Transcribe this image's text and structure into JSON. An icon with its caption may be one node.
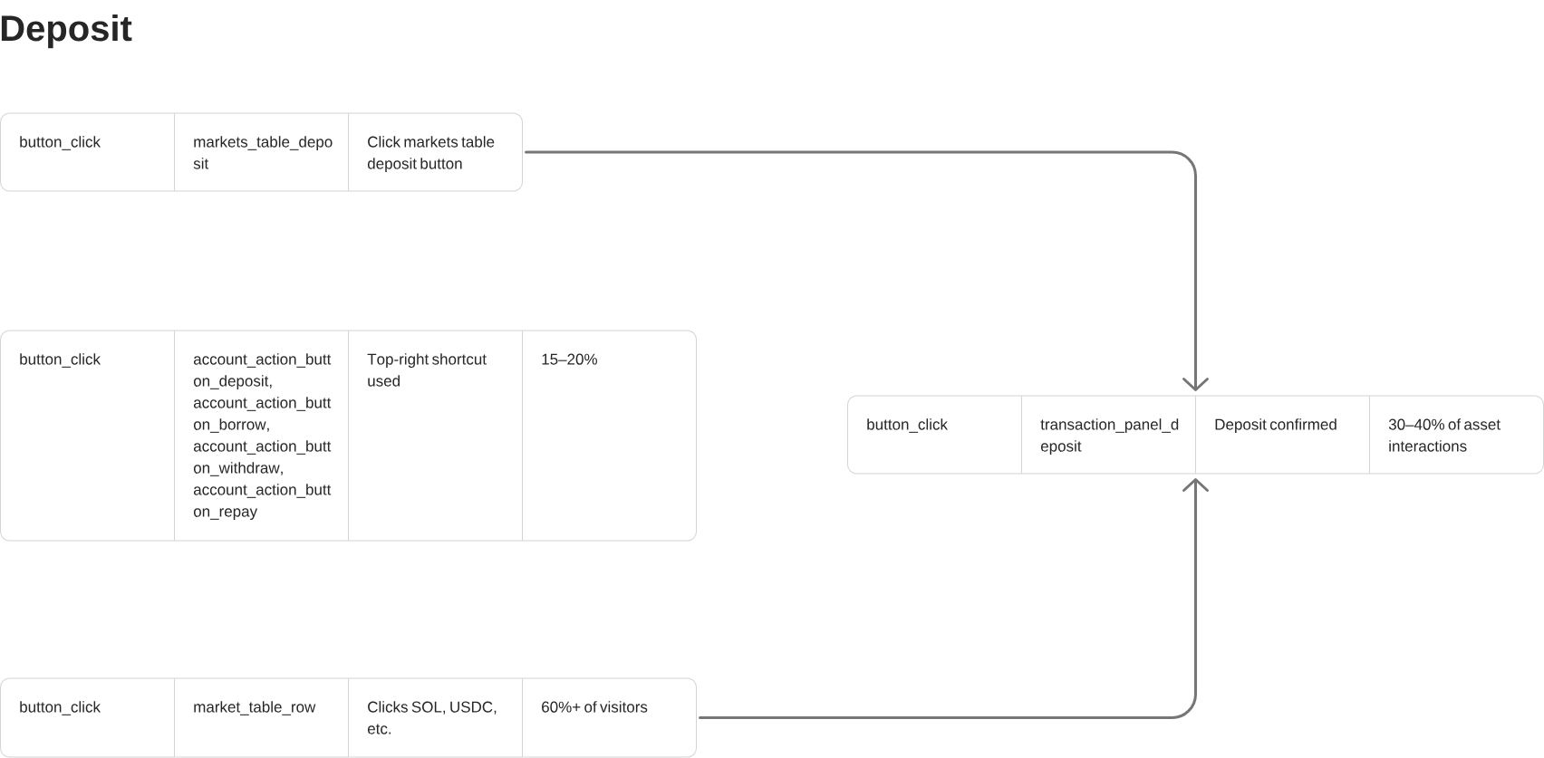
{
  "diagram": {
    "title": "Deposit",
    "nodes": [
      {
        "text": [
          "button_click",
          "markets_table_deposit",
          "Click markets table deposit button"
        ]
      },
      {
        "text": [
          "button_click",
          "account_action_button_deposit, account_action_button_borrow, account_action_button_withdraw, account_action_button_repay",
          "Top-right shortcut used",
          "15–20%"
        ]
      },
      {
        "text": [
          "button_click",
          "market_table_row",
          "Clicks SOL, USDC, etc.",
          "60%+ of visitors"
        ]
      },
      {
        "text": [
          "button_click",
          "transaction_panel_deposit",
          "Deposit confirmed",
          "30–40% of asset interactions"
        ]
      }
    ],
    "edges": [
      {
        "from": 0,
        "to": 3,
        "arrow": "to"
      },
      {
        "from": 2,
        "to": 3,
        "arrow": "to"
      }
    ]
  }
}
